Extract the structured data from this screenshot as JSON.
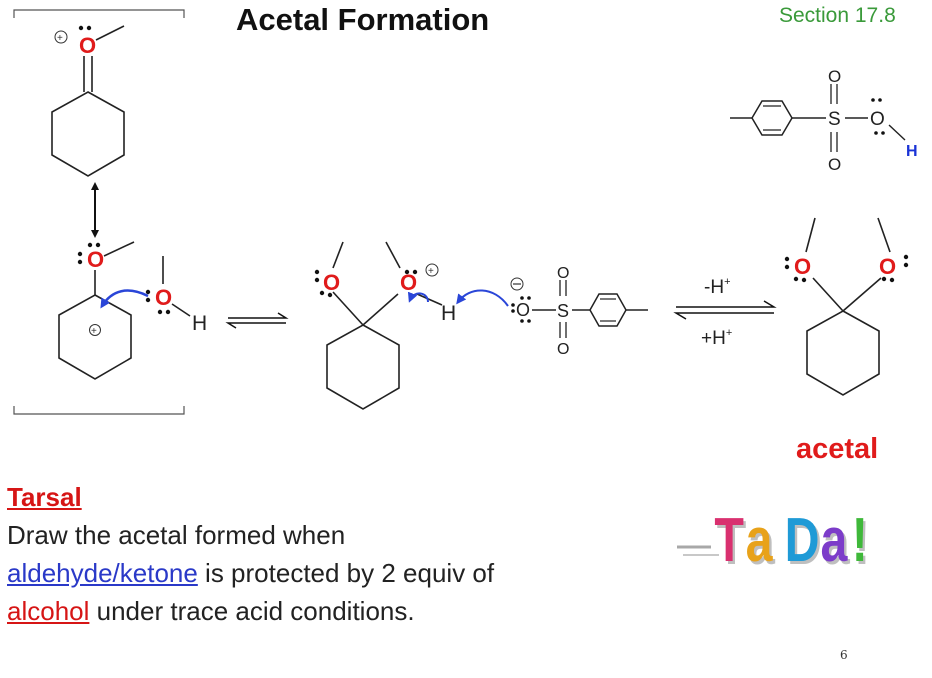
{
  "slide": {
    "title": "Acetal Formation",
    "section": "Section 17.8",
    "page_number": "6"
  },
  "atoms": {
    "oxygen": "O",
    "hydrogen": "H",
    "sulfur": "S"
  },
  "scheme": {
    "conditions_top": "-H",
    "conditions_bottom": "+H",
    "superscript_plus": "+",
    "product_label": "acetal"
  },
  "exercise": {
    "heading": "Tarsal",
    "text_before": "Draw the acetal formed when",
    "link_aldehyde": "aldehyde/ketone",
    "text_middle": " is protected by 2 equiv of",
    "link_alcohol": "alcohol",
    "text_after": " under trace acid conditions."
  },
  "tada": {
    "letters": [
      "T",
      "a",
      "D",
      "a",
      "!"
    ]
  },
  "colors": {
    "oxygen": "#e01b1b",
    "hydrogen_acid": "#1a33d6",
    "arrow_blue": "#2a46d8",
    "section_green": "#3a9a3a",
    "tada": [
      "#d9306f",
      "#e8a21a",
      "#1f9ad6",
      "#7c3cc9",
      "#3fb83a"
    ]
  }
}
